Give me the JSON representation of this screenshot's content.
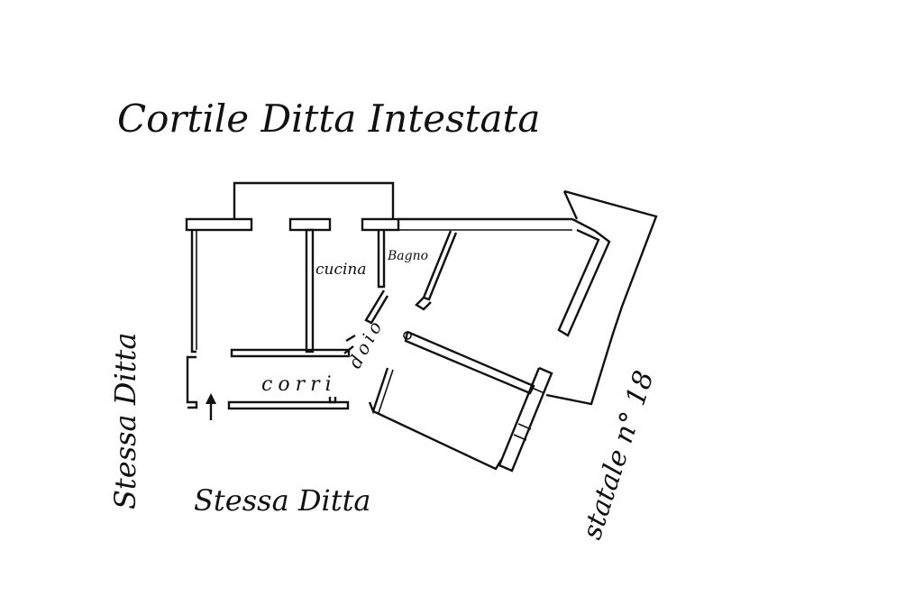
{
  "labels": {
    "top": "Cortile Ditta Intestata",
    "bottom": "Stessa Ditta",
    "left": "Stessa Ditta",
    "right": "statale n° 18",
    "kitchen": "cucina",
    "bathroom": "Bagno",
    "corridor_left": "corri",
    "corridor_right": "doio"
  },
  "icons": {
    "entrance": "arrow-up-icon"
  },
  "colors": {
    "ink": "#111111",
    "paper": "#ffffff"
  }
}
